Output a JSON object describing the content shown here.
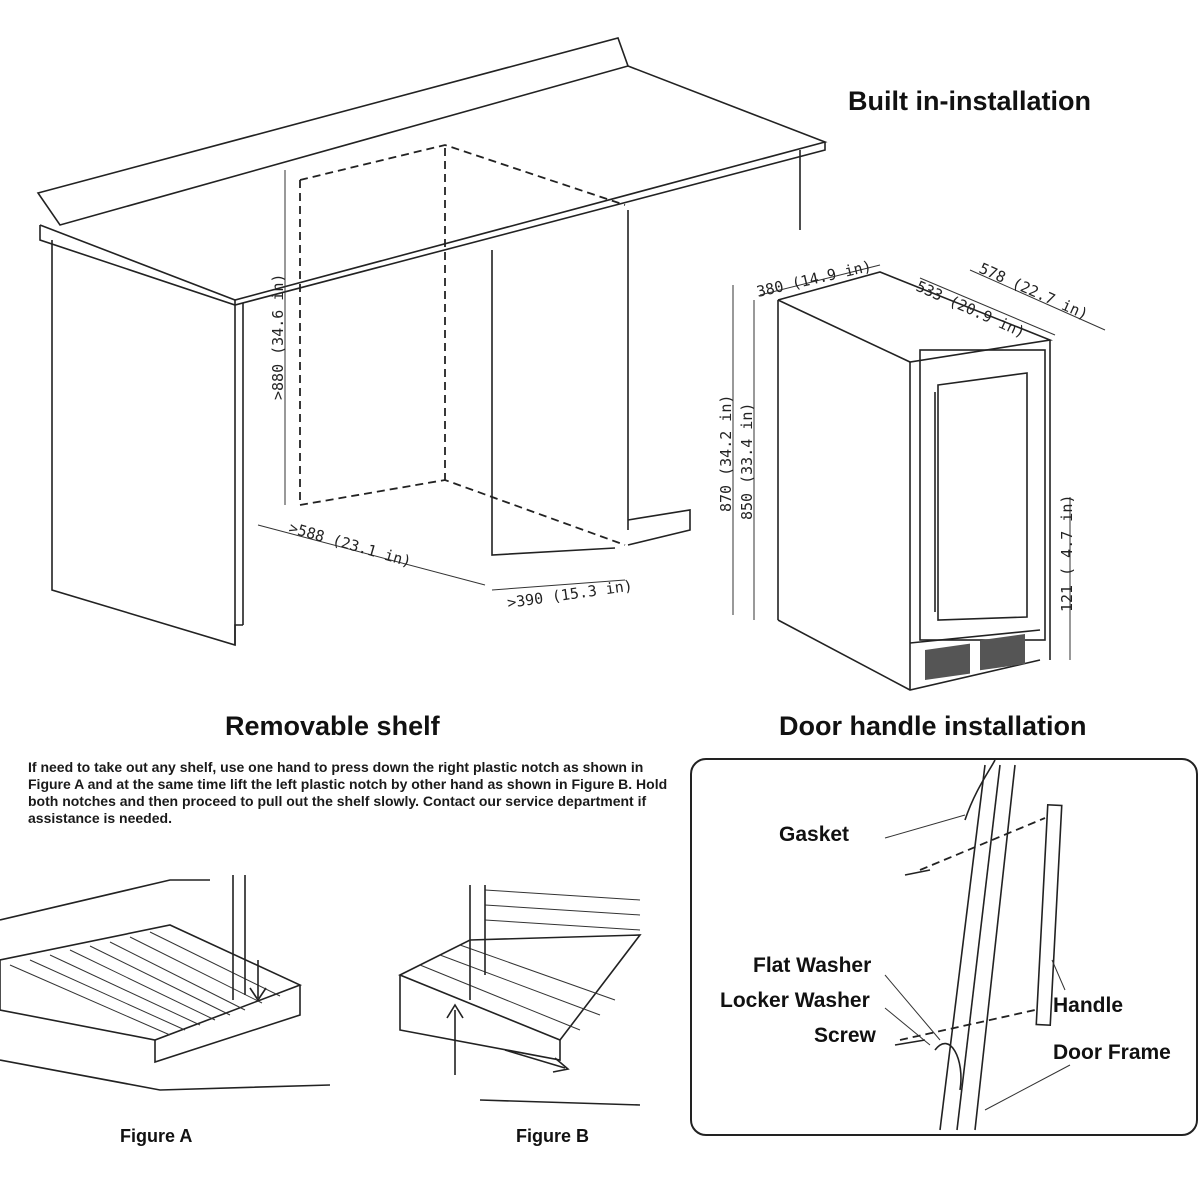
{
  "built_in": {
    "title": "Built in-installation",
    "dims": {
      "cutout_height": ">880 (34.6 in)",
      "cutout_depth": ">588 (23.1 in)",
      "cutout_width": ">390 (15.3 in)",
      "width": "380 (14.9 in)",
      "depth_total": "578 (22.7 in)",
      "depth_body": "533 (20.9 in)",
      "height_total": "870 (34.2 in)",
      "height_body": "850 (33.4 in)",
      "base_height": "121 ( 4.7 in)"
    }
  },
  "removable_shelf": {
    "title": "Removable shelf",
    "instructions": "If need to take out any shelf, use one hand to press down the right plastic notch as shown in Figure A and at the same time lift the left plastic notch by other hand as shown in Figure B. Hold both notches and then proceed to pull out the shelf slowly. Contact our service department if assistance is needed.",
    "figure_a": "Figure A",
    "figure_b": "Figure B"
  },
  "door_handle": {
    "title": "Door handle installation",
    "labels": {
      "gasket": "Gasket",
      "flat_washer": "Flat Washer",
      "locker_washer": "Locker Washer",
      "screw": "Screw",
      "handle": "Handle",
      "door_frame": "Door Frame"
    }
  }
}
